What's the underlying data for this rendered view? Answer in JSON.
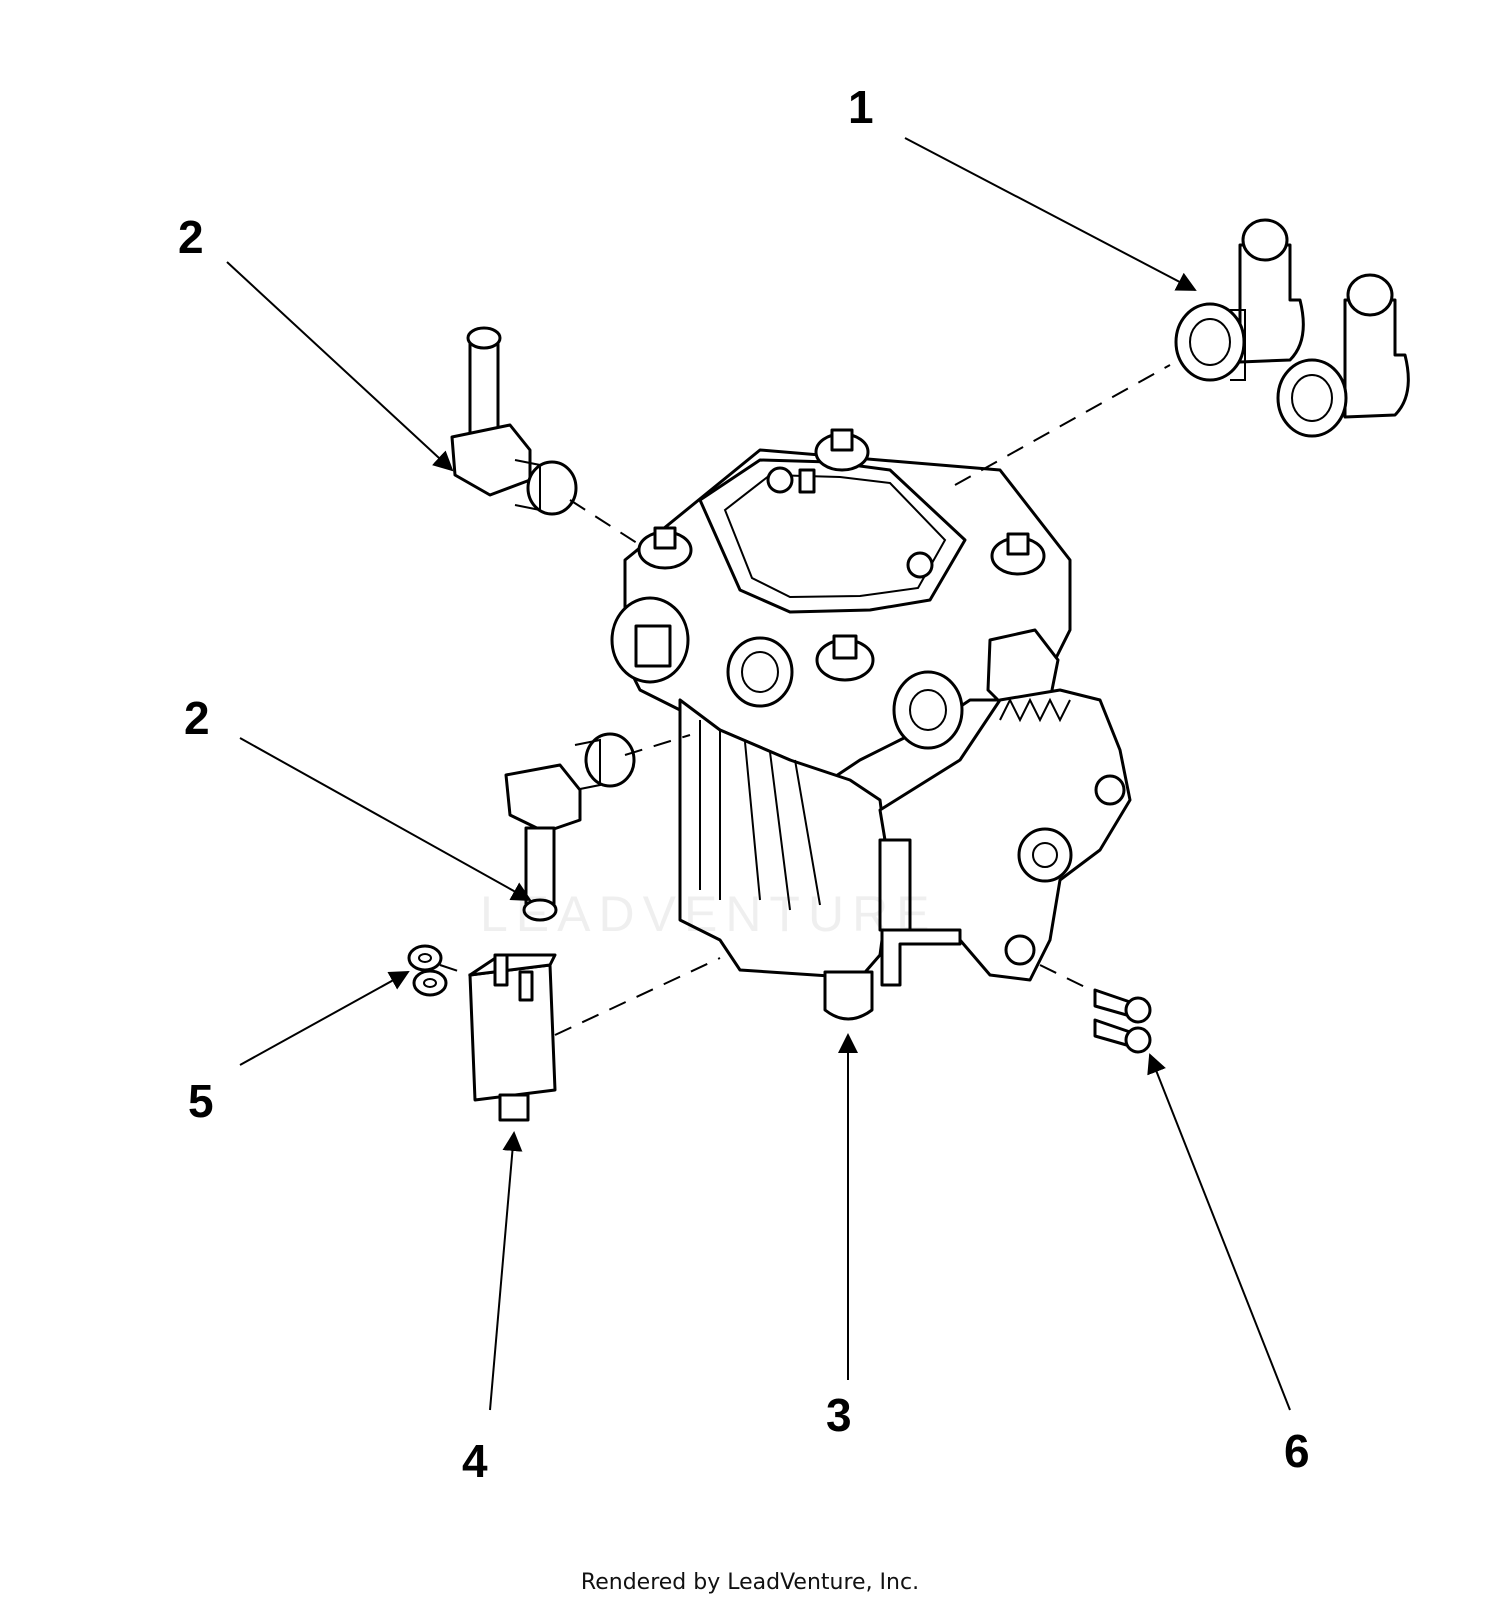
{
  "callouts": {
    "c1": "1",
    "c2_top": "2",
    "c2_bottom": "2",
    "c3": "3",
    "c4": "4",
    "c5": "5",
    "c6": "6"
  },
  "watermark": "LEADVENTURE",
  "footer": "Rendered by LeadVenture, Inc."
}
